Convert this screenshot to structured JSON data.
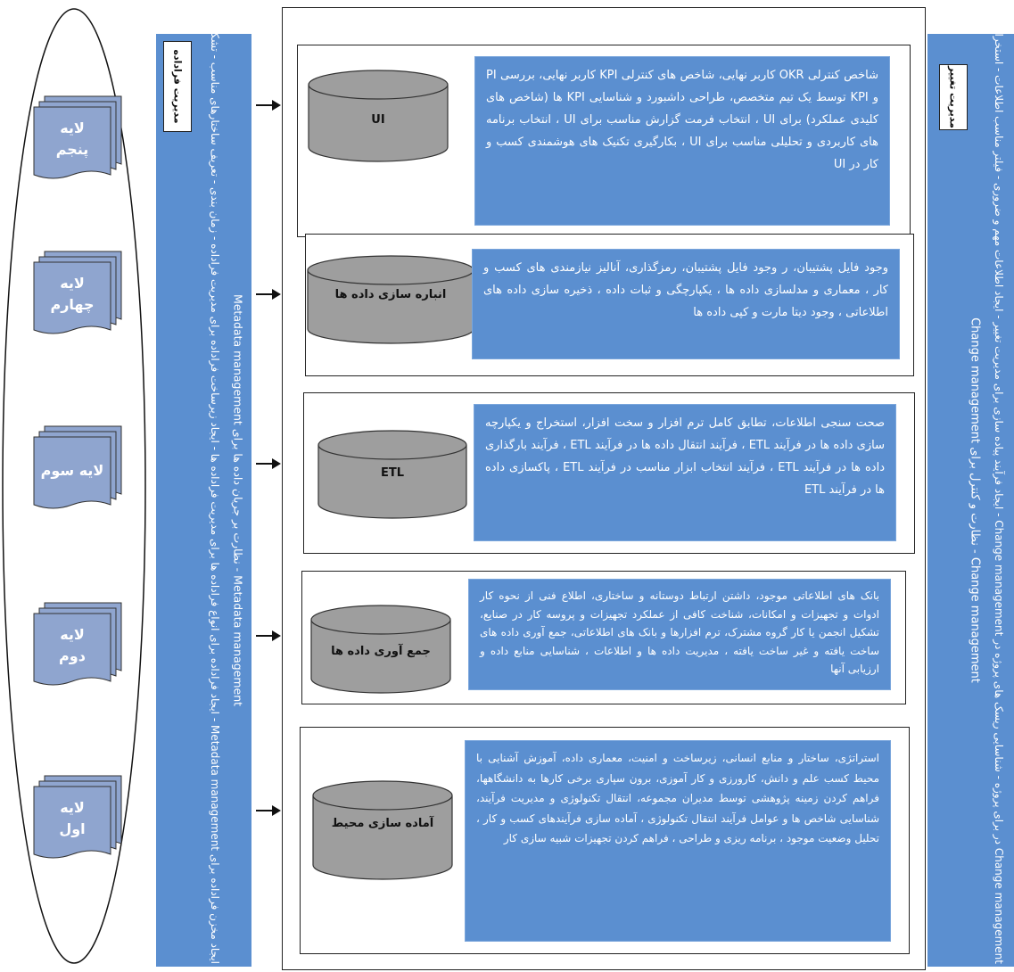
{
  "layers": [
    {
      "label_line1": "لایه",
      "label_line2": "پنجم"
    },
    {
      "label_line1": "لایه",
      "label_line2": "چهارم"
    },
    {
      "label_line1": "لایه سوم",
      "label_line2": ""
    },
    {
      "label_line1": "لایه",
      "label_line2": "دوم"
    },
    {
      "label_line1": "لایه",
      "label_line2": "اول"
    }
  ],
  "left_band": {
    "box_label": "مدیریت فراداده",
    "line1": "ایجاد مخزن فراداده برای Metadata management - ایجاد فراداده برای انواع فراداده ها برای مدیریت فراداده ها - ایجاد زیرساخت فراداده برای مدیریت فراداده - زمان بندی - تعریف ساختارهای مناسب - تشکیل یک کارگروه مشترک",
    "line2": "Metadata management - نظارت بر جریان داده ها برای Metadata management"
  },
  "right_band": {
    "box_label": "مدیریت تغییر",
    "line1": "Change management در برای پروژه - شناسایی ریسک های پروژه در Change management - ایجاد فرآیند پیاده سازی برای مدیریت تغییر - ایجاد اطلاعات مهم و ضروری - فیلتر مناسب اطلاعات - استخراج دقیق داده ها توسط کارشناسان - بیان واضح نیازهای طرفین",
    "line2": "Change management - نظارت و کنترل برای Change management"
  },
  "sections": [
    {
      "cylinder_label": "UI",
      "description": "شاخص کنترلی OKR کاربر نهایی، شاخص های کنترلی KPI کاربر نهایی، بررسی PI و KPI توسط یک تیم متخصص، طراحی داشبورد و شناسایی KPI ها (شاخص های کلیدی عملکرد) برای UI ، انتخاب فرمت گزارش مناسب برای UI ، انتخاب برنامه های کاربردی و تحلیلی مناسب برای UI ، بکارگیری تکنیک های هوشمندی کسب و کار در UI"
    },
    {
      "cylinder_label": "انباره سازی داده ها",
      "description": "وجود فایل پشتیبان، ر وجود فایل پشتیبان، رمزگذاری، آنالیز نیازمندی های کسب و کار ، معماری و مدلسازی داده ها ، یکپارچگی و ثبات داده ، ذخیره سازی داده های اطلاعاتی ، وجود دیتا مارت و کپی داده ها"
    },
    {
      "cylinder_label": "ETL",
      "description": "صحت سنجی اطلاعات، تطابق کامل ترم افزار و سخت افزار، استخراج و یکپارچه سازی داده ها در فرآیند ETL ، فرآیند انتقال داده ها در فرآیند ETL ، فرآیند بارگذاری داده ها در فرآیند ETL ، فرآیند انتخاب ابزار مناسب در فرآیند ETL ، پاکسازی داده ها در فرآیند ETL"
    },
    {
      "cylinder_label": "جمع آوری داده ها",
      "description": "بانک های اطلاعاتی موجود، داشتن ارتباط دوستانه و ساختاری، اطلاع فنی از نحوه کار ادوات و تجهیزات و امکانات، شناخت کافی از عملکرد تجهیزات و پروسه کار در صنایع، تشکیل انجمن یا کار گروه مشترک، ترم افزارها و بانک های اطلاعاتی، جمع آوری داده های ساخت یافته و غیر ساخت یافته ، مدیریت داده ها و اطلاعات ، شناسایی منابع داده و ارزیابی آنها"
    },
    {
      "cylinder_label": "آماده سازی محیط",
      "description": "استراتژی، ساختار و منابع انسانی، زیرساخت و امنیت، معماری داده، آموزش آشنایی با محیط کسب علم و دانش، کارورزی و کار آموزی، برون سپاری برخی کارها به دانشگاهها، فراهم کردن زمینه پژوهشی توسط مدیران مجموعه، انتقال تکنولوژی و مدیریت فرآیند، شناسایی شاخص ها و عوامل فرآیند انتقال تکنولوژی ، آماده سازی فرآیندهای کسب و کار ، تحلیل وضعیت موجود ، برنامه ریزی و طراحی ، فراهم کردن تجهیزات شبیه سازی کار"
    }
  ],
  "colors": {
    "panel_blue": "#5b8fd0",
    "cylinder_gray": "#9e9e9e",
    "layer_blue": "#8fa5cf"
  }
}
